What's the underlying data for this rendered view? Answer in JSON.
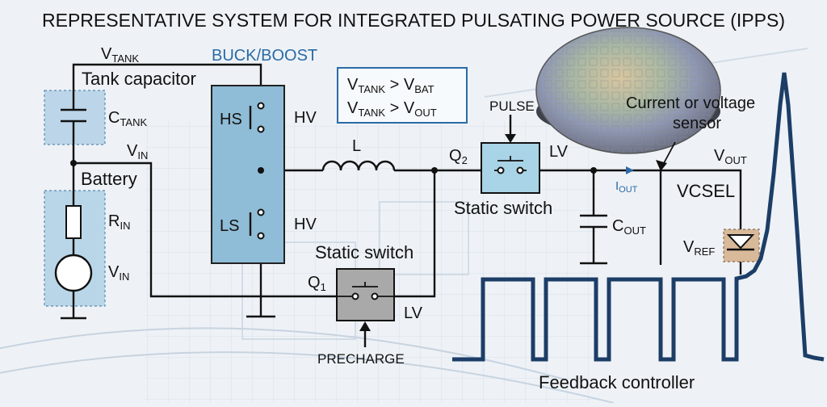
{
  "title": "REPRESENTATIVE SYSTEM FOR INTEGRATED PULSATING POWER SOURCE (IPPS)",
  "labels": {
    "vtank": {
      "main": "V",
      "sub": "TANK"
    },
    "buck_boost": "BUCK/BOOST",
    "tank_capacitor": "Tank capacitor",
    "ctank": {
      "main": "C",
      "sub": "TANK"
    },
    "vin_top": {
      "main": "V",
      "sub": "IN"
    },
    "battery": "Battery",
    "rin": {
      "main": "R",
      "sub": "IN"
    },
    "vin_src": {
      "main": "V",
      "sub": "IN"
    },
    "hs": "HS",
    "ls": "LS",
    "hv_top": "HV",
    "hv_bottom": "HV",
    "inductor": "L",
    "cond1": {
      "a": "V",
      "a_sub": "TANK",
      "op": " > ",
      "b": "V",
      "b_sub": "BAT"
    },
    "cond2": {
      "a": "V",
      "a_sub": "TANK",
      "op": " > ",
      "b": "V",
      "b_sub": "OUT"
    },
    "pulse": "PULSE",
    "q2": {
      "main": "Q",
      "sub": "2"
    },
    "lv_top": "LV",
    "static_switch_top": "Static switch",
    "sensor_line1": "Current or voltage",
    "sensor_line2": "sensor",
    "vout": {
      "main": "V",
      "sub": "OUT"
    },
    "iout": {
      "main": "I",
      "sub": "OUT"
    },
    "vcsel": "VCSEL",
    "cout": {
      "main": "C",
      "sub": "OUT"
    },
    "vref": {
      "main": "V",
      "sub": "REF"
    },
    "static_switch_bottom": "Static switch",
    "q1": {
      "main": "Q",
      "sub": "1"
    },
    "lv_bottom": "LV",
    "precharge": "PRECHARGE",
    "feedback_controller": "Feedback controller"
  },
  "colors": {
    "buck_boost_fill": "#8fbcd6",
    "switch_blue": "#a9d3e6",
    "switch_gray": "#a9a9a9",
    "pulse_wave": "#1c3d66",
    "accent_text": "#2a6aa6",
    "vref_fill": "#d8b99a",
    "battery_box": "#b9d6e8"
  }
}
